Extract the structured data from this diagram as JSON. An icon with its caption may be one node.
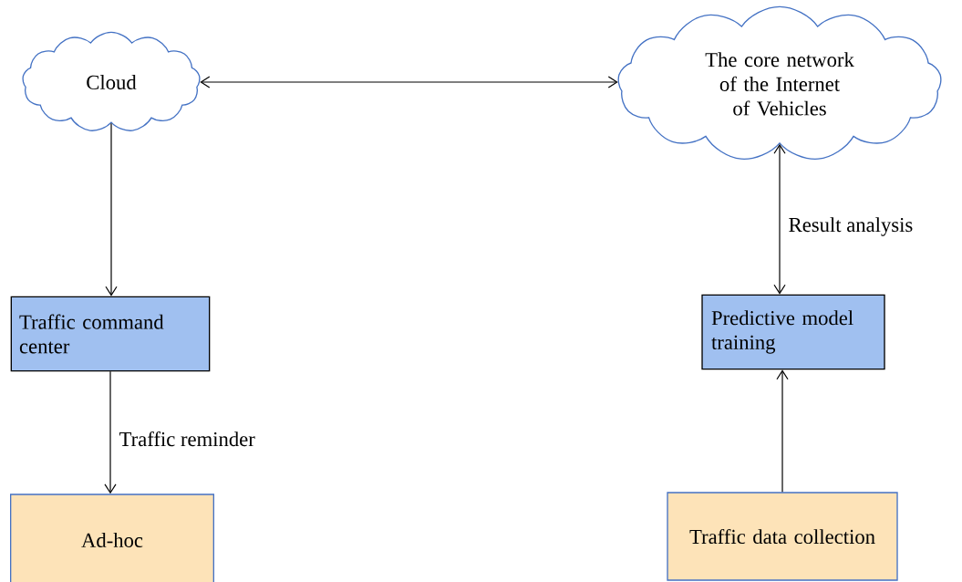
{
  "diagram": {
    "nodes": [
      {
        "text": [
          "Cloud"
        ]
      },
      {
        "text": [
          "The core network of the Internet of Vehicles"
        ]
      },
      {
        "text": [
          "Traffic command center"
        ]
      },
      {
        "text": [
          "Predictive model training"
        ]
      },
      {
        "text": [
          "Ad-hoc"
        ]
      },
      {
        "text": [
          "Traffic data collection"
        ]
      }
    ],
    "edges": [
      {
        "from": 0,
        "to": 1,
        "arrow": "both"
      },
      {
        "from": 0,
        "to": 2,
        "arrow": "to"
      },
      {
        "from": 1,
        "to": 3,
        "arrow": "both",
        "label": "Result analysis"
      },
      {
        "from": 2,
        "to": 4,
        "arrow": "to",
        "label": "Traffic reminder"
      },
      {
        "from": 5,
        "to": 3,
        "arrow": "to"
      }
    ]
  }
}
